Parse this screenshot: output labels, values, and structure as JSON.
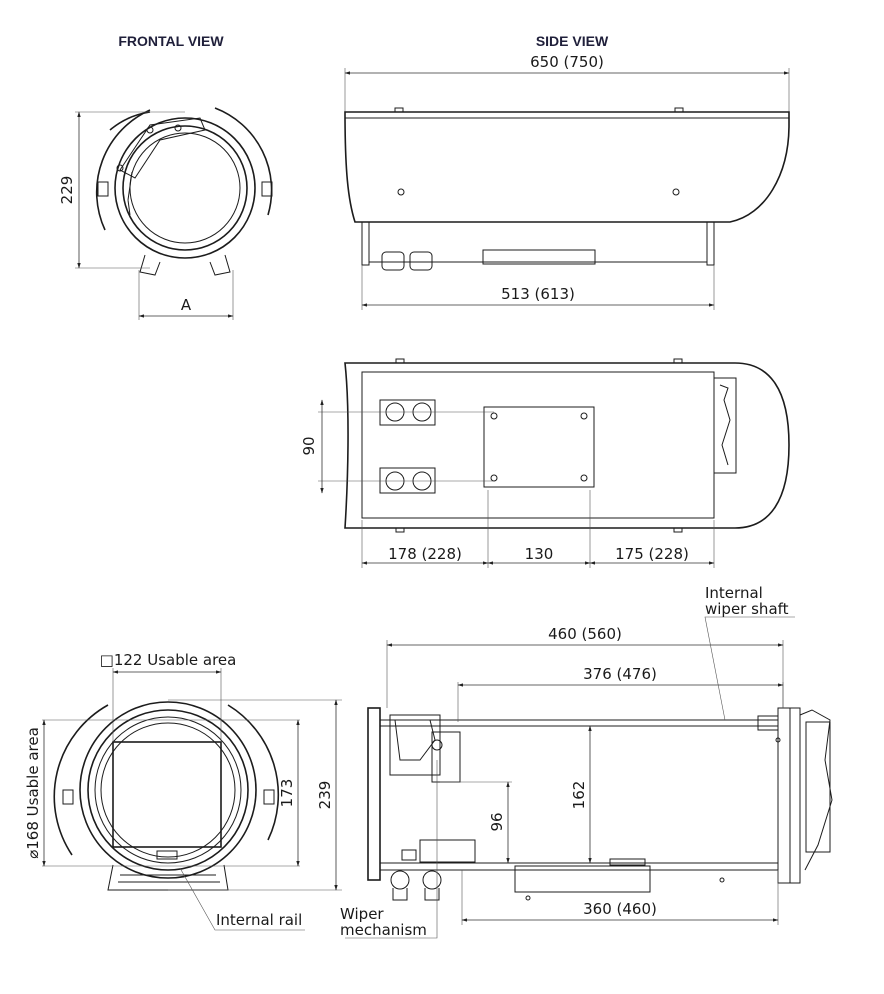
{
  "headings": {
    "frontal": "FRONTAL VIEW",
    "side": "SIDE VIEW"
  },
  "dimensions": {
    "overall_length": "650 (750)",
    "front_height": "229",
    "front_width": "A",
    "base_length": "513 (613)",
    "hole_spacing_vertical": "90",
    "bottom_left": "178 (228)",
    "bottom_mid": "130",
    "bottom_right": "175 (228)",
    "internal_length": "460 (560)",
    "shaft_length": "376 (476)",
    "inner_height": "162",
    "mech_height": "96",
    "rail_length": "360 (460)",
    "section_height": "239",
    "usable_height": "173"
  },
  "callouts": {
    "usable_area_square": "□122 Usable area",
    "usable_area_diameter": "⌀168 Usable area",
    "internal_rail": "Internal rail",
    "internal_wiper_shaft_line1": "Internal",
    "internal_wiper_shaft_line2": "wiper shaft",
    "wiper_mechanism_line1": "Wiper",
    "wiper_mechanism_line2": "mechanism"
  }
}
